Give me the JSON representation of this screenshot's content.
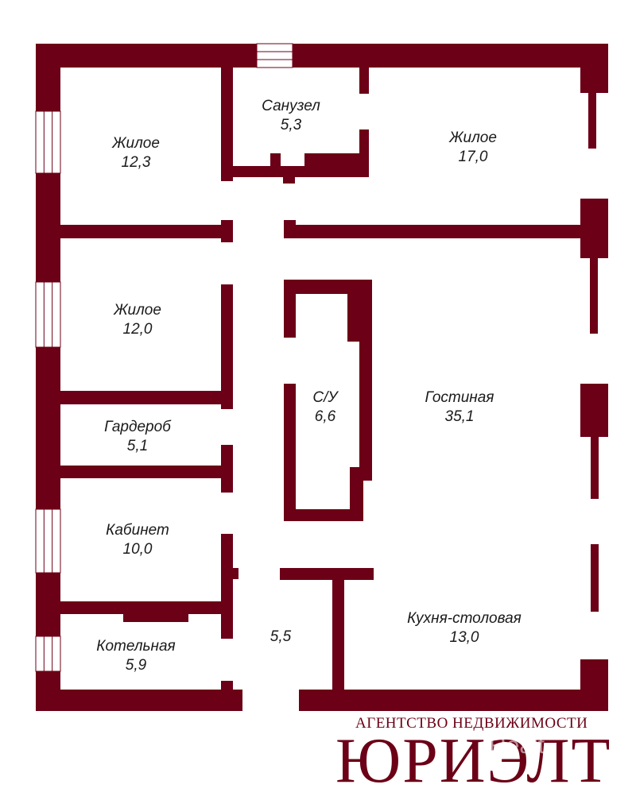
{
  "plan": {
    "wall_color": "#6b0016",
    "rooms": [
      {
        "id": "living-1",
        "name": "Жилое",
        "area": "12,3"
      },
      {
        "id": "bathroom-1",
        "name": "Санузел",
        "area": "5,3"
      },
      {
        "id": "living-2",
        "name": "Жилое",
        "area": "17,0"
      },
      {
        "id": "living-3",
        "name": "Жилое",
        "area": "12,0"
      },
      {
        "id": "wardrobe",
        "name": "Гардероб",
        "area": "5,1"
      },
      {
        "id": "bathroom-2",
        "name": "С/У",
        "area": "6,6"
      },
      {
        "id": "living-room",
        "name": "Гостиная",
        "area": "35,1"
      },
      {
        "id": "study",
        "name": "Кабинет",
        "area": "10,0"
      },
      {
        "id": "boiler-room",
        "name": "Котельная",
        "area": "5,9"
      },
      {
        "id": "hall",
        "name": "",
        "area": "5,5"
      },
      {
        "id": "kitchen-dining",
        "name": "Кухня-столовая",
        "area": "13,0"
      }
    ]
  },
  "branding": {
    "agency_line": "АГЕНТСТВО НЕДВИЖИМОСТИ",
    "agency_name": "ЮРИЭЛТ",
    "watermark": "Realt"
  }
}
